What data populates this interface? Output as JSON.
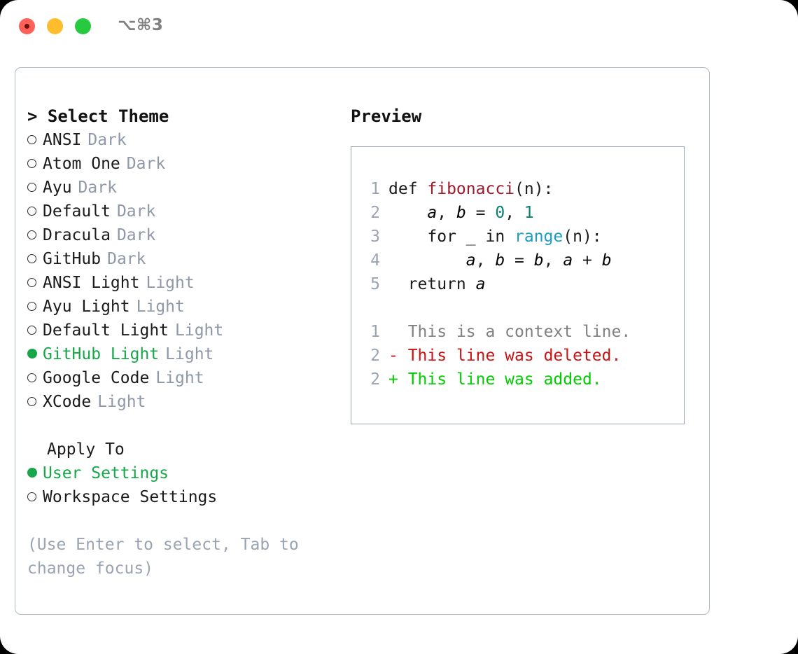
{
  "titlebar": {
    "shortcut": "⌥⌘3",
    "lights": [
      "close-red",
      "minimize-yellow",
      "maximize-green"
    ]
  },
  "left_pane": {
    "heading": "> Select Theme",
    "themes": [
      {
        "name": "ANSI",
        "variant": "Dark",
        "selected": false
      },
      {
        "name": "Atom One",
        "variant": "Dark",
        "selected": false
      },
      {
        "name": "Ayu",
        "variant": "Dark",
        "selected": false
      },
      {
        "name": "Default",
        "variant": "Dark",
        "selected": false
      },
      {
        "name": "Dracula",
        "variant": "Dark",
        "selected": false
      },
      {
        "name": "GitHub",
        "variant": "Dark",
        "selected": false
      },
      {
        "name": "ANSI Light",
        "variant": "Light",
        "selected": false
      },
      {
        "name": "Ayu Light",
        "variant": "Light",
        "selected": false
      },
      {
        "name": "Default Light",
        "variant": "Light",
        "selected": false
      },
      {
        "name": "GitHub Light",
        "variant": "Light",
        "selected": true
      },
      {
        "name": "Google Code",
        "variant": "Light",
        "selected": false
      },
      {
        "name": "XCode",
        "variant": "Light",
        "selected": false
      }
    ],
    "apply_to_title": "Apply To",
    "apply_to": [
      {
        "name": "User Settings",
        "selected": true
      },
      {
        "name": "Workspace Settings",
        "selected": false
      }
    ],
    "hint": "(Use Enter to select, Tab to change focus)"
  },
  "right_pane": {
    "preview_title": "Preview",
    "code_lines": [
      {
        "number": "1",
        "tokens": [
          {
            "text": "def ",
            "style": "src"
          },
          {
            "text": "fibonacci",
            "style": "tok-fn"
          },
          {
            "text": "(n):",
            "style": "src"
          }
        ]
      },
      {
        "number": "2",
        "tokens": [
          {
            "text": "    ",
            "style": "src"
          },
          {
            "text": "a",
            "style": "tok-var"
          },
          {
            "text": ", ",
            "style": "src"
          },
          {
            "text": "b",
            "style": "tok-var"
          },
          {
            "text": " = ",
            "style": "src"
          },
          {
            "text": "0",
            "style": "tok-num"
          },
          {
            "text": ", ",
            "style": "src"
          },
          {
            "text": "1",
            "style": "tok-num"
          }
        ]
      },
      {
        "number": "3",
        "tokens": [
          {
            "text": "    for _ in ",
            "style": "src"
          },
          {
            "text": "range",
            "style": "tok-call"
          },
          {
            "text": "(n):",
            "style": "src"
          }
        ]
      },
      {
        "number": "4",
        "tokens": [
          {
            "text": "        ",
            "style": "src"
          },
          {
            "text": "a",
            "style": "tok-var"
          },
          {
            "text": ", ",
            "style": "src"
          },
          {
            "text": "b",
            "style": "tok-var"
          },
          {
            "text": " = ",
            "style": "src"
          },
          {
            "text": "b",
            "style": "tok-var"
          },
          {
            "text": ", ",
            "style": "src"
          },
          {
            "text": "a",
            "style": "tok-var"
          },
          {
            "text": " + ",
            "style": "src"
          },
          {
            "text": "b",
            "style": "tok-var"
          }
        ]
      },
      {
        "number": "5",
        "tokens": [
          {
            "text": "  return ",
            "style": "src"
          },
          {
            "text": "a",
            "style": "tok-var"
          }
        ]
      }
    ],
    "diff_lines": [
      {
        "number": "1",
        "marker": " ",
        "text": " This is a context line.",
        "style": "diff-ctx"
      },
      {
        "number": "2",
        "marker": "-",
        "text": " This line was deleted.",
        "style": "diff-del"
      },
      {
        "number": "2",
        "marker": "+",
        "text": " This line was added.",
        "style": "diff-add"
      }
    ]
  },
  "colors": {
    "accent_green": "#17a64a",
    "muted": "#8e98a8",
    "border": "#b2bac6",
    "preview_border": "#9aa5b1",
    "diff_add": "#00cc00",
    "diff_del": "#cc1111",
    "token_function": "#9e1a2a",
    "token_number": "#0d8076",
    "token_call": "#1a9ec4"
  }
}
